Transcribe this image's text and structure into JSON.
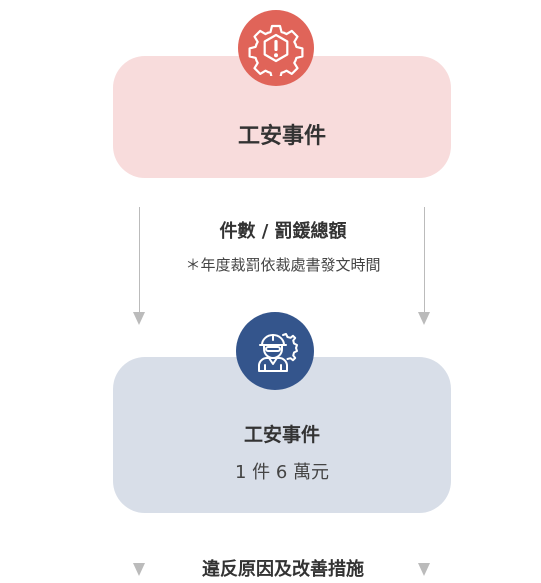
{
  "top_node": {
    "title": "工安事件",
    "icon": "gear-warning-icon",
    "color": "#e06459",
    "bg_color": "#f8dcdc"
  },
  "flow_label": {
    "main": "件數 / 罰鍰總額",
    "note": "＊年度裁罰依裁處書發文時間"
  },
  "bottom_node": {
    "title": "工安事件",
    "value": "1 件 6 萬元",
    "icon": "construction-worker-icon",
    "color": "#34558c",
    "bg_color": "#d8dee8"
  },
  "next_label": "違反原因及改善措施"
}
